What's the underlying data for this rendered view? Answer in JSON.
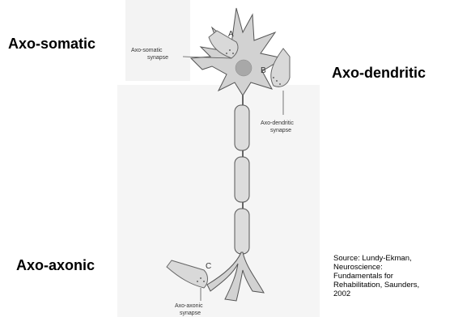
{
  "labels": {
    "axo_somatic": "Axo-somatic",
    "axo_dendritic": "Axo-dendritic",
    "axo_axonic": "Axo-axonic"
  },
  "source_lines": [
    "Source: Lundy-Ekman,",
    "Neuroscience:",
    "Fundamentals for",
    "Rehabilitation, Saunders,",
    "2002"
  ],
  "figure": {
    "letter_a": "A",
    "letter_b": "B",
    "letter_c": "C",
    "somatic_label": [
      "Axo-somatic",
      "synapse"
    ],
    "dendritic_label": [
      "Axo-dendritic",
      "synapse"
    ],
    "axonic_label": [
      "Axo-axonic",
      "synapse"
    ],
    "colors": {
      "cell_fill": "#cfcfcf",
      "outline": "#555555",
      "nucleus": "#a9a9a9",
      "background_scan": "#eeeeee"
    }
  }
}
